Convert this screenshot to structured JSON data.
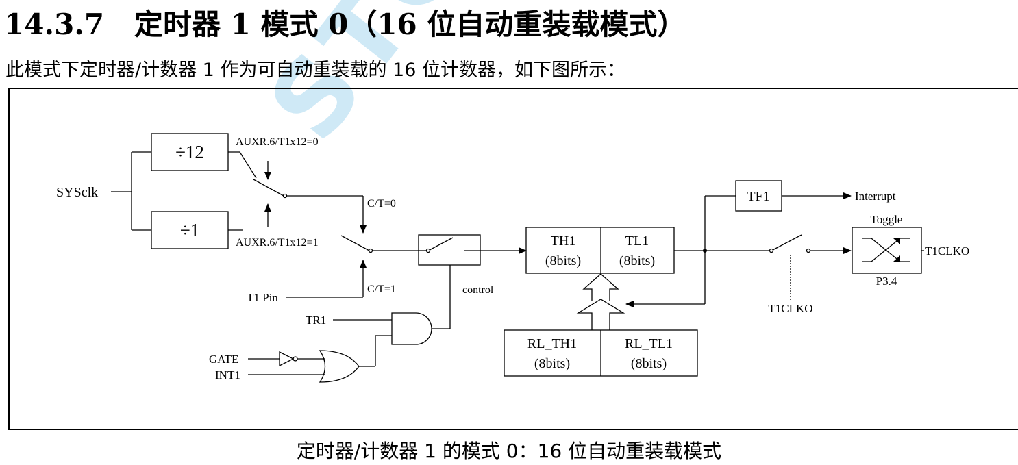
{
  "heading": {
    "number": "14.3.7",
    "title": "定时器 1 模式 0（16 位自动重装载模式）"
  },
  "intro": "此模式下定时器/计数器 1 作为可自动重装载的 16 位计数器，如下图所示：",
  "watermark": "STC MC",
  "diagram": {
    "sysclk": "SYSclk",
    "div12": "÷12",
    "div1": "÷1",
    "auxr_0": "AUXR.6/T1x12=0",
    "auxr_1": "AUXR.6/T1x12=1",
    "ct_0": "C/T=0",
    "ct_1": "C/T=1",
    "t1pin": "T1 Pin",
    "control": "control",
    "tr1": "TR1",
    "gate": "GATE",
    "int1": "INT1",
    "th1": "TH1",
    "th1_bits": "(8bits)",
    "tl1": "TL1",
    "tl1_bits": "(8bits)",
    "rl_th1": "RL_TH1",
    "rl_th1_bits": "(8bits)",
    "rl_tl1": "RL_TL1",
    "rl_tl1_bits": "(8bits)",
    "tf1": "TF1",
    "interrupt": "Interrupt",
    "toggle": "Toggle",
    "t1clko_out": "T1CLKO",
    "p34": "P3.4",
    "t1clko_ctrl": "T1CLKO"
  },
  "caption": "定时器/计数器 1 的模式 0：16 位自动重装载模式"
}
